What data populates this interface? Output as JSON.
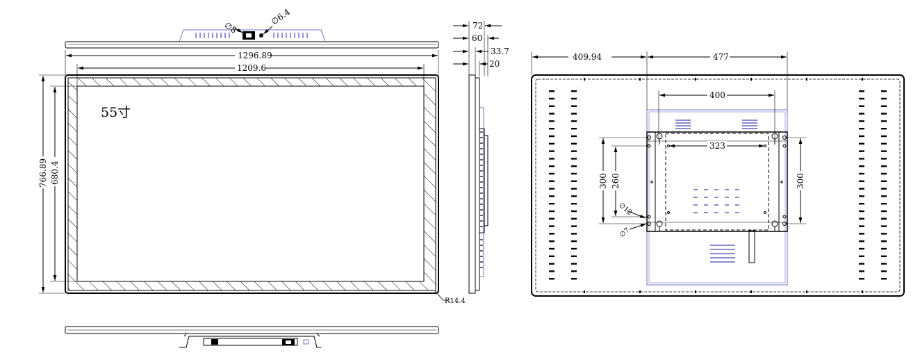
{
  "top_view": {
    "dia_left": "∅8",
    "dia_right": "∅6.4"
  },
  "front_view": {
    "outer_width": "1296.89",
    "inner_width": "1209.6",
    "outer_height": "766.89",
    "inner_height": "680.4",
    "size_label": "55寸",
    "corner_radius": "R14.4"
  },
  "side_view": {
    "d1": "72",
    "d2": "60",
    "d3": "33.7",
    "d4": "20"
  },
  "rear_view": {
    "offset_left": "409.94",
    "mount_outer_width": "477",
    "mount_inner_width": "400",
    "bracket_width": "323",
    "height_left_outer": "300",
    "height_left_inner": "260",
    "height_right": "300",
    "hole_dia_a": "∅12",
    "hole_dia_b": "∅7"
  },
  "colors": {
    "line": "#000000",
    "hidden": "#7070c8"
  }
}
